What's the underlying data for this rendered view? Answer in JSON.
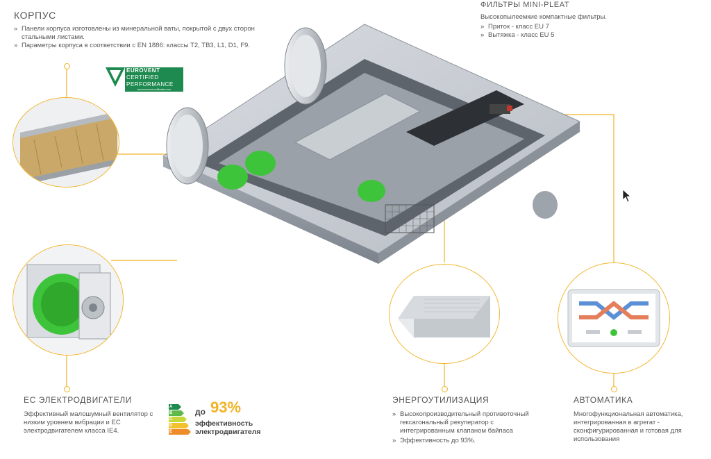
{
  "korpus": {
    "title": "КОРПУС",
    "bullets": [
      "Панели корпуса изготовлены из минеральной ваты, покрытой с двух сторон стальными листами.",
      "Параметры корпуса в соответствии с  EN 1886: классы T2, TB3, L1, D1, F9."
    ]
  },
  "eurovent": {
    "line1": "EUROVENT",
    "line2": "CERTIFIED",
    "line3": "PERFORMANCE",
    "footer": "www.eurovent-certification.com"
  },
  "filters": {
    "title": "ФИЛЬТРЫ MINI-PLEAT",
    "subtitle": "Высокопылеемкие компактные фильтры.",
    "bullets": [
      "Приток - класс EU 7",
      "Вытяжка - класс EU 5"
    ]
  },
  "ec_motors": {
    "title": "EC ЭЛЕКТРОДВИГАТЕЛИ",
    "text": "Эффективный малошумный вентилятор с низким уровнем вибрации и EC электродвигателем класса IE4."
  },
  "efficiency": {
    "prefix": "до",
    "value": "93%",
    "line1": "эффективность",
    "line2": "электродвигателя",
    "classes": [
      "A",
      "B",
      "C",
      "D",
      "E"
    ]
  },
  "energy": {
    "title": "ЭНЕРГОУТИЛИЗАЦИЯ",
    "bullets": [
      "Высокопроизводительный противоточный гексагональный рекуператор с интегрированным клапаном байпаса",
      "Эффективность до 93%."
    ]
  },
  "automation": {
    "title": "АВТОМАТИКА",
    "text": "Многофункциональная автоматика, интегрированная в агрегат - сконфигурированная и готовая для использования"
  },
  "colors": {
    "accent": "#f2b225",
    "eurovent_green": "#1e8a4f",
    "fan_green": "#3ec43b"
  }
}
